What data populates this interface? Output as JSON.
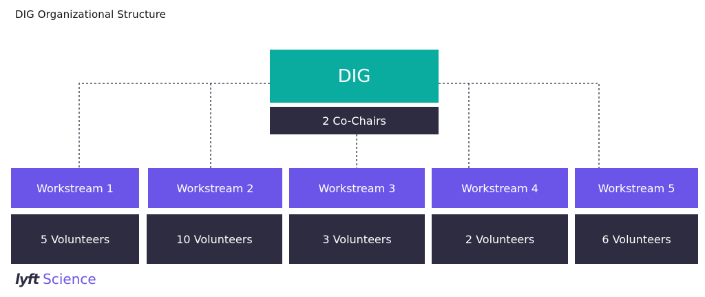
{
  "title": "DIG Organizational Structure",
  "root": {
    "label": "DIG",
    "leadership": "2 Co-Chairs"
  },
  "workstreams": [
    {
      "label": "Workstream 1",
      "volunteers": "5 Volunteers"
    },
    {
      "label": "Workstream 2",
      "volunteers": "10 Volunteers"
    },
    {
      "label": "Workstream 3",
      "volunteers": "3 Volunteers"
    },
    {
      "label": "Workstream 4",
      "volunteers": "2 Volunteers"
    },
    {
      "label": "Workstream 5",
      "volunteers": "6 Volunteers"
    }
  ],
  "logo": {
    "mark": "lyft",
    "text": "Science"
  },
  "colors": {
    "root": "#0aaca0",
    "workstream": "#6b55e8",
    "dark": "#2d2c40",
    "connector": "#2d2c40"
  }
}
